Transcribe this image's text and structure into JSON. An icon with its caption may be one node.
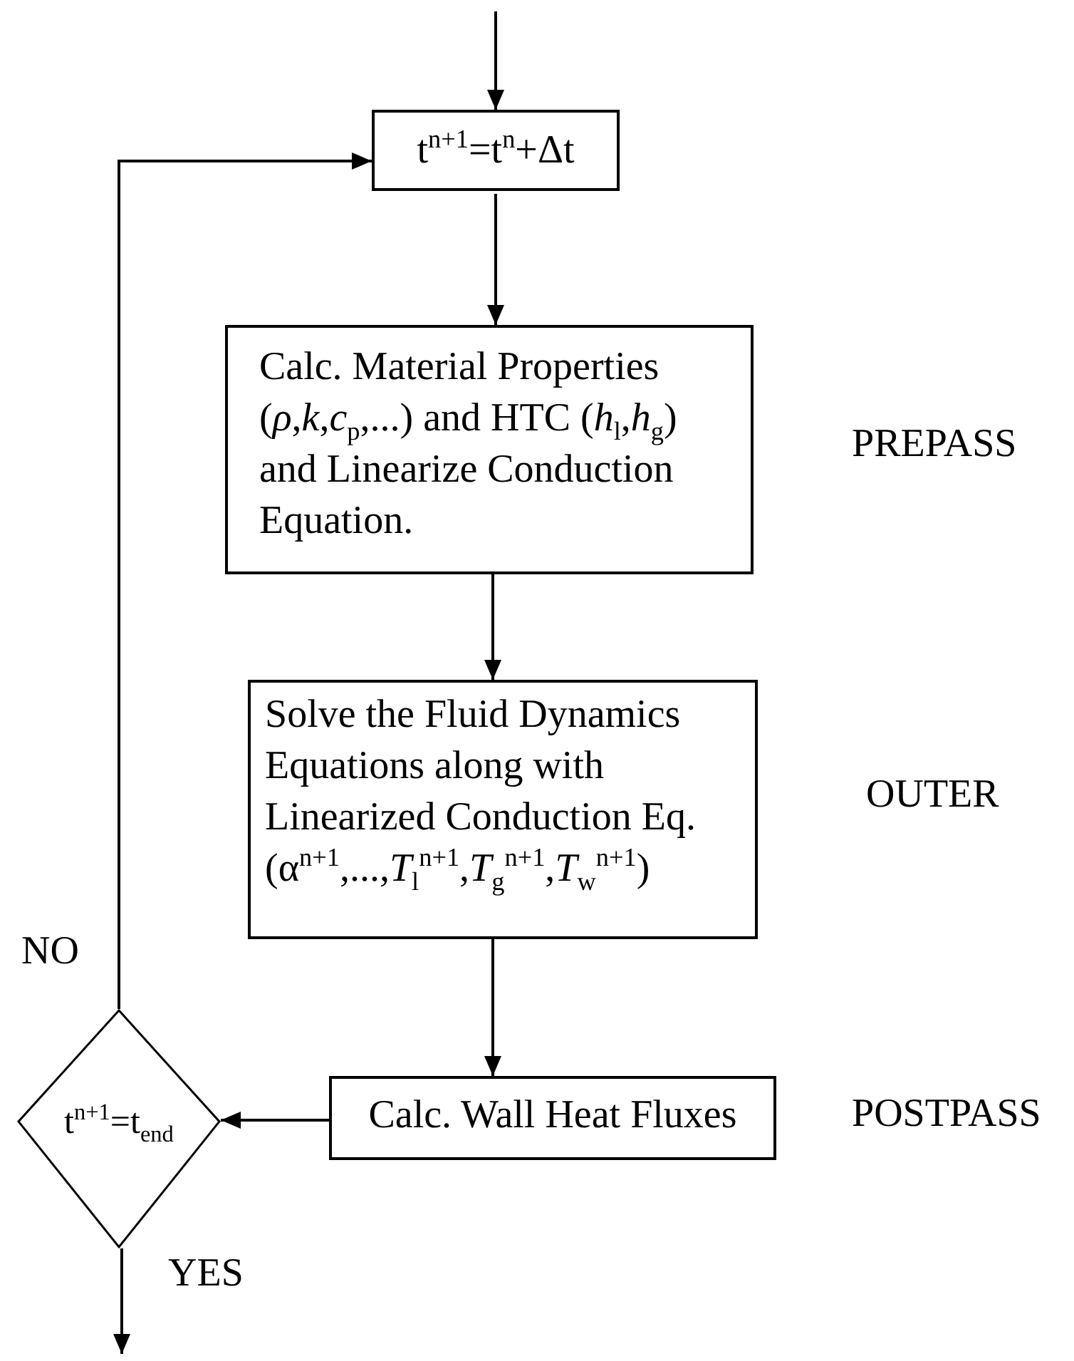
{
  "diagram": {
    "nodes": [
      {
        "text": [
          "t$^{n+1}$=t$^{n}$+Δt"
        ]
      },
      {
        "text": [
          "Calc. Material Properties (*ρ*,*k*,*c*$_{p}$,...) and HTC (*h*$_{l}$,*h*$_{g}$) and Linearize Conduction Equation."
        ],
        "beside": [
          "PREPASS"
        ]
      },
      {
        "text": [
          "Solve the Fluid Dynamics Equations along with Linearized Conduction Eq. (α$^{n+1}$,...,*T*$_{l}$$^{n+1}$,*T*$_{g}$$^{n+1}$,*T*$_{w}$$^{n+1}$)"
        ],
        "beside": [
          "OUTER"
        ]
      },
      {
        "text": [
          "t$^{n+1}$=t$_{end}$"
        ]
      },
      {
        "text": [
          "Calc. Wall Heat Fluxes"
        ],
        "beside": [
          "POSTPASS"
        ]
      }
    ],
    "edges": [
      {
        "from": null,
        "to": 0,
        "arrow": "to"
      },
      {
        "from": 0,
        "to": 1,
        "arrow": "to"
      },
      {
        "from": 1,
        "to": 2,
        "arrow": "to"
      },
      {
        "from": 2,
        "to": 4,
        "arrow": "to"
      },
      {
        "from": 4,
        "to": 3,
        "arrow": "to"
      },
      {
        "from": 3,
        "to": 0,
        "arrow": "to",
        "label": "NO"
      },
      {
        "from": 3,
        "to": null,
        "arrow": "to",
        "label": "YES"
      }
    ]
  }
}
